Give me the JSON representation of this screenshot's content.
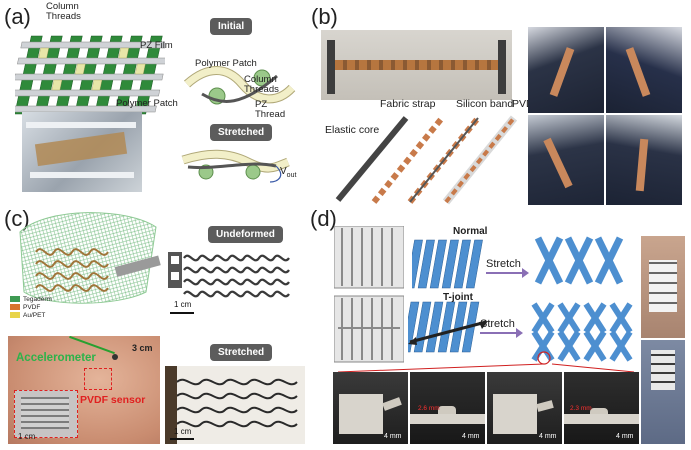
{
  "panel_a": {
    "label": "(a)",
    "column_threads": "Column\nThreads",
    "pz_film": "PZ Film",
    "polymer_patch_1": "Polymer Patch",
    "polymer_patch_2": "Polymer Patch",
    "column_threads_2": "Column\nThreads",
    "pz_thread": "PZ\nThread",
    "tag_initial": "Initial",
    "tag_stretched": "Stretched",
    "vout": "V",
    "vout_sub": "out"
  },
  "panel_b": {
    "label": "(b)",
    "elastic_core": "Elastic core",
    "fabric_strap": "Fabric strap",
    "silicon_band": "Silicon band",
    "pvdf": "PVDF"
  },
  "panel_c": {
    "label": "(c)",
    "legend": [
      "Tegaderm",
      "PVDF",
      "Au/PET"
    ],
    "tag_undeformed": "Undeformed",
    "tag_stretched": "Stretched",
    "scale_1": "1 cm",
    "scale_3": "3 cm",
    "accelerometer": "Accelerometer",
    "pvdf_sensor": "PVDF sensor",
    "scale_inset": "1 cm",
    "scale_bottom": "1 cm"
  },
  "panel_d": {
    "label": "(d)",
    "normal": "Normal",
    "tjoint": "T-joint",
    "stretch_1": "Stretch",
    "stretch_2": "Stretch",
    "scales": [
      "4 mm",
      "4 mm",
      "4 mm",
      "4 mm"
    ],
    "measure_1": "2.6 mm",
    "measure_2": "2.3 mm"
  },
  "colors": {
    "green": "#2f8a3a",
    "copper": "#c87a4a",
    "blue": "#4d8fd0",
    "gray_tag": "#5c5c5c"
  }
}
